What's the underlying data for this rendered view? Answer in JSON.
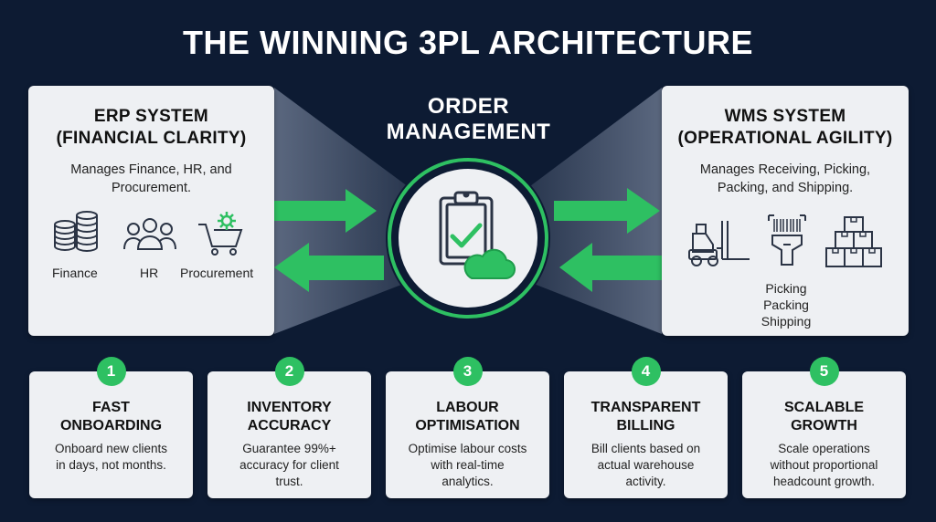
{
  "title": "THE WINNING 3PL ARCHITECTURE",
  "center": {
    "heading_line1": "ORDER",
    "heading_line2": "MANAGEMENT"
  },
  "erp": {
    "title_line1": "ERP SYSTEM",
    "title_line2": "(FINANCIAL CLARITY)",
    "desc_line1": "Manages Finance, HR, and",
    "desc_line2": "Procurement.",
    "icons": [
      {
        "label": "Finance",
        "icon": "coins-stack-icon"
      },
      {
        "label": "HR",
        "icon": "people-group-icon"
      },
      {
        "label": "Procurement",
        "icon": "cart-gear-icon"
      }
    ]
  },
  "wms": {
    "title_line1": "WMS SYSTEM",
    "title_line2": "(OPERATIONAL AGILITY)",
    "desc_line1": "Manages Receiving, Picking,",
    "desc_line2": "Packing, and Shipping.",
    "icons": [
      "forklift-icon",
      "barcode-scanner-icon",
      "boxes-stack-icon"
    ],
    "steps": [
      "Picking",
      "Packing",
      "Shipping"
    ]
  },
  "benefits": [
    {
      "number": "1",
      "title_line1": "FAST",
      "title_line2": "ONBOARDING",
      "desc_line1": "Onboard new clients",
      "desc_line2": "in days, not months.",
      "desc_line3": ""
    },
    {
      "number": "2",
      "title_line1": "INVENTORY",
      "title_line2": "ACCURACY",
      "desc_line1": "Guarantee 99%+",
      "desc_line2": "accuracy for client",
      "desc_line3": "trust."
    },
    {
      "number": "3",
      "title_line1": "LABOUR",
      "title_line2": "OPTIMISATION",
      "desc_line1": "Optimise labour costs",
      "desc_line2": "with real-time",
      "desc_line3": "analytics."
    },
    {
      "number": "4",
      "title_line1": "TRANSPARENT",
      "title_line2": "BILLING",
      "desc_line1": "Bill clients based on",
      "desc_line2": "actual warehouse",
      "desc_line3": "activity."
    },
    {
      "number": "5",
      "title_line1": "SCALABLE",
      "title_line2": "GROWTH",
      "desc_line1": "Scale operations",
      "desc_line2": "without proportional",
      "desc_line3": "headcount growth."
    }
  ],
  "colors": {
    "background": "#0d1b33",
    "accent_green": "#2ec062",
    "panel": "#eef0f3",
    "icon_stroke": "#2b3445"
  }
}
